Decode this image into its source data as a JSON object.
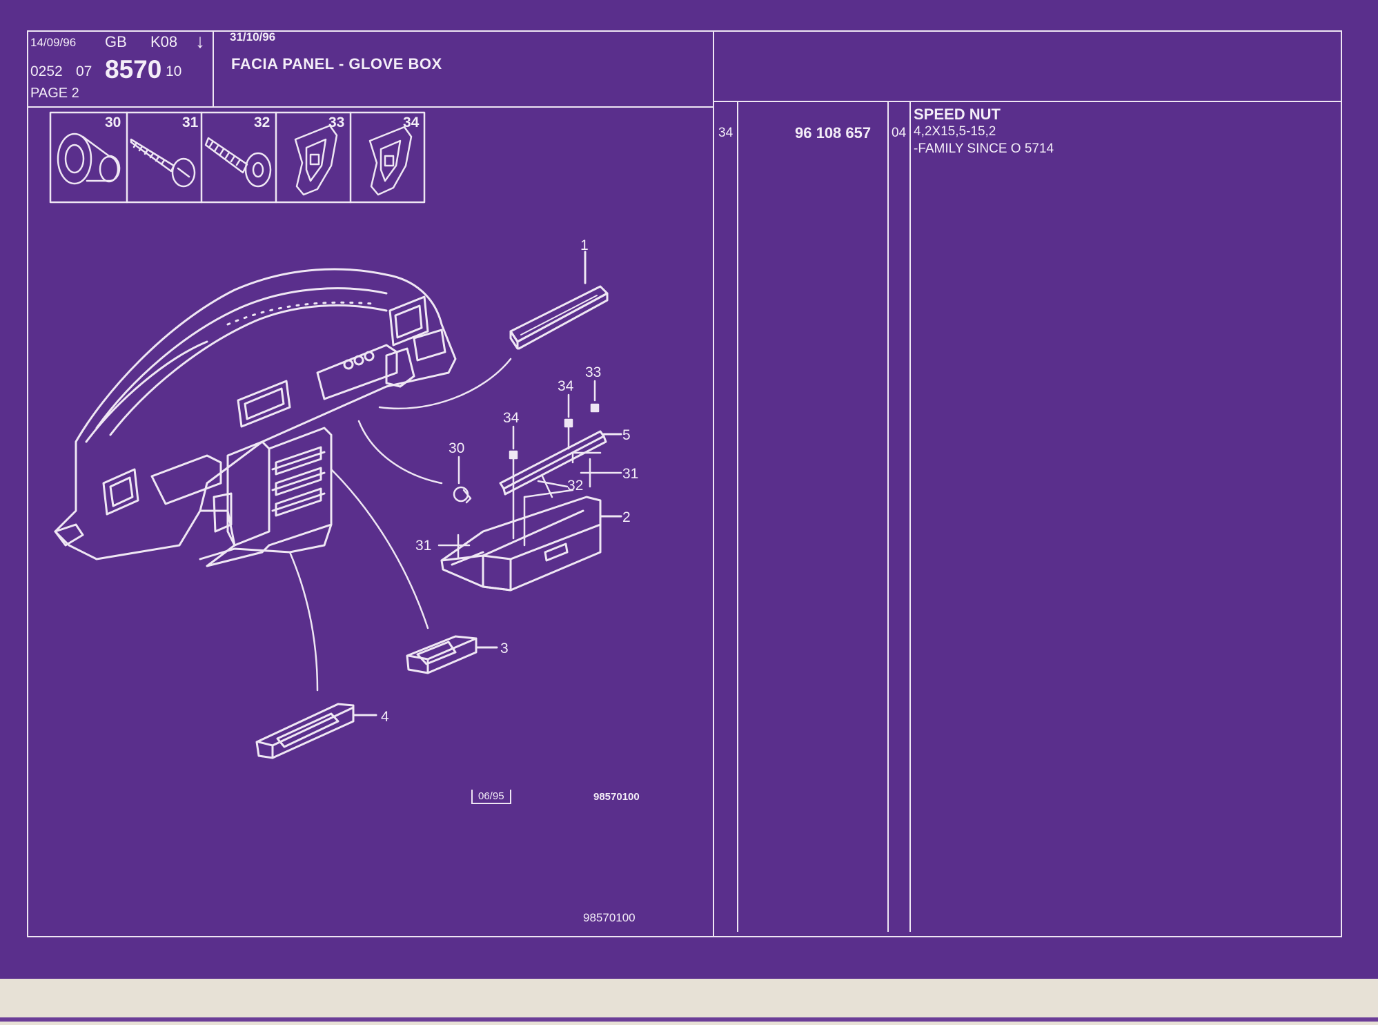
{
  "header": {
    "date_printed": "14/09/96",
    "language": "GB",
    "catalogue_code": "K08",
    "arrow_symbol": "↓",
    "ref_group": "0252",
    "ref_sub": "07",
    "ref_plate": "8570",
    "ref_index": "10",
    "page_label": "PAGE 2",
    "date_updated": "31/10/96",
    "title": "FACIA PANEL - GLOVE BOX"
  },
  "thumbnails": [
    {
      "number": "30",
      "icon": "speed-nut-cap-icon"
    },
    {
      "number": "31",
      "icon": "self-tapping-screw-icon"
    },
    {
      "number": "32",
      "icon": "machine-screw-icon"
    },
    {
      "number": "33",
      "icon": "clip-nut-icon"
    },
    {
      "number": "34",
      "icon": "clip-nut-icon"
    }
  ],
  "callouts": [
    "1",
    "2",
    "3",
    "4",
    "5",
    "30",
    "31",
    "31",
    "32",
    "33",
    "34",
    "34"
  ],
  "parts_table": {
    "rows": [
      {
        "index": "34",
        "part_number": "96 108 657",
        "variant": "04",
        "name": "SPEED NUT",
        "detail_1": "4,2X15,5-15,2",
        "detail_2": "-FAMILY SINCE  O  5714"
      }
    ]
  },
  "footer": {
    "drawing_date": "06/95",
    "drawing_ref": "98570100",
    "frame_ref": "98570100"
  },
  "colors": {
    "film_background": "#5a2f8c",
    "line_color": "#efe7f4",
    "paper": "#e7e1d6"
  }
}
